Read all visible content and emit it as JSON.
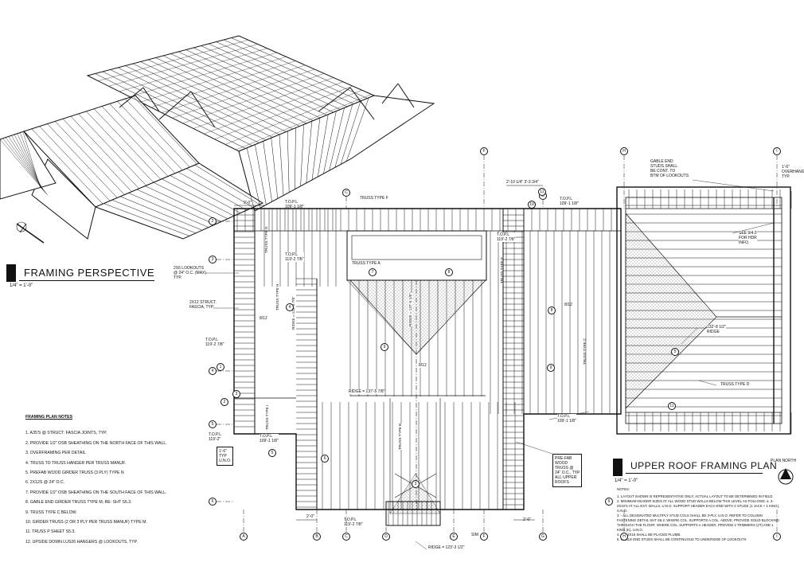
{
  "perspective": {
    "title": "FRAMING PERSPECTIVE",
    "scale": "1/4\" = 1'-0\""
  },
  "plan": {
    "title": "UPPER ROOF FRAMING PLAN",
    "scale": "1/4\" = 1'-0\"",
    "north_label": "PLAN NORTH"
  },
  "framing_notes": {
    "heading": "FRAMING PLAN NOTES",
    "items": [
      "1. A35'S @ STRUCT. FASCIA JOINTS, TYP.",
      "2. PROVIDE 1/2\" OSB SHEATHING ON THE NORTH FACE OF THIS WALL.",
      "3. OVERFRAMING PER DETAIL",
      "4. TRUSS TO TRUSS HANGER PER TRUSS MANUF.",
      "5. PREFAB WOOD GIRDER TRUSS (3 PLY) TYPE N",
      "6. 2X12S @ 24\" O.C.",
      "7. PROVIDE 1/2\" OSB SHEATHING ON THE SOUTH FACE OF THIS WALL.",
      "8. GABLE END GIRDER TRUSS TYPE M, RE: SHT S5.3.",
      "9. TRUSS TYPE C BELOW.",
      "10. GIRDER TRUSS (2 OR 3 PLY PER TRUSS MANUF) TYPE M.",
      "11. TRUSS P SHEET S5.3.",
      "12. UPSIDE DOWN LUS26 HANGERS @ LOOKOUTS, TYP."
    ]
  },
  "plan_notes": {
    "heading": "NOTES:",
    "items": [
      "1. LAYOUT SHOWN IS REPRESENTATIVE ONLY; ACTUAL LAYOUT TO BE DETERMINED IN FIELD.",
      "2. MINIMUM HEADER SIZES AT ALL WOOD STUD WALLS BELOW THIS LEVEL AS FOLLOWS: a. 3-2X10'S AT ALL EXT. WALLS, U.N.O. SUPPORT HEADER EACH END WITH 2 STUDS (1 JACK + 1 KING), U.N.O.",
      "3. - ALL DESIGNATED MULTIPLY STUD COLS SHALL BE 3-PLY, U.N.O. REFER TO COLUMN FASTENING DETAIL SHT S5.2. WHERE COL. SUPPORTS A COL. ABOVE, PROVIDE SOLID BLOCKING THROUGH THE FLOOR. WHERE COL. SUPPORTS A HEADER, PROVIDE 2 TRIMMERS (2T) AND 1 KING (K), U.N.O.",
      "4. ALL 2X16 SHALL BE PLACED PLUMB.",
      "5. GABLE END STUDS SHALL BE CONTINUOUS TO UNDERSIDE OF LOOKOUTS"
    ]
  },
  "grid": {
    "rows": [
      "2",
      "3",
      "4",
      "5",
      "6"
    ],
    "cols": [
      "A",
      "B",
      "C",
      "D",
      "E",
      "F",
      "G",
      "H",
      "I"
    ]
  },
  "labels": {
    "lookouts": "2x6 LOOKOUTS\n@ 24\" O.C. (MAX)\nTYP.",
    "struct_fascia": "2x12 STRUCT.\nFASCIA, TYP",
    "truss_f": "TRUSS TYPE F",
    "truss_a": "TRUSS TYPE A",
    "truss_d": "TRUSS TYPE D",
    "truss_c": "TRUSS TYPE C",
    "truss_b": "TRUSS TYPE B",
    "truss_g": "TRUSS TYPE G",
    "truss_h": "TRUSS TYPE H",
    "truss_i": "TRUSS TYPE I",
    "truss_e": "TRUSS TYPE E",
    "gable_end": "GABLE END\nSTUDS SHALL\nBE CONT. TO\nBTM OF LOOKOUTS",
    "see_hdr": "SEE 9/4.0\nFOR HDR\nINFO.",
    "prefab": "PRE-FAB\nWOOD\nTRUSS @\n24\" O.C., TYP\nALL UPPER\nROOFS",
    "ridge_top": "RIDGE = 137'-5 7/8\"",
    "ridge_bot": "RIDGE = 123'-3 1/2\"",
    "ridge_mid": "132'-8 1/2\"\nRIDGE",
    "ridge_vert": "RIDGE = 137'-5 1/8\"",
    "ridge_v2": "RIDGE = 124'-5 7/8\"",
    "topl1": "T.O.P.L\n109'-1 1/8\"",
    "topl2": "T.O.P.L\n119'-2 7/8\"",
    "topl3": "T.O.P.L\n109'-1 1/8\"",
    "topl4": "T.O.P.L\n119'-2 7/8\"",
    "topl5": "T.O.P.L\n109'-1 1/8\"",
    "topl6": "T.O.P.L\n119'-2 7/8\"",
    "topl7": "T.O.P.L\n119'-2\"",
    "topl8": "T.O.P.L\n109'-1 1/8\"",
    "topl9": "T.O.P.L\n119'-2 7/8\"",
    "typ": "1'-6\"\nTYP\nU.N.O.",
    "dim_2_0a": "2'-0\"",
    "dim_2_0b": "2'-0\"",
    "dim_2_6": "2'-6\"",
    "dim_top": "2'-10 1/4\" 3'-3 3/4\"",
    "overhang": "1'-6\"\nOVERHANG\nTYP.",
    "pitch": "8/12",
    "sim": "SIM",
    "circle_nums": [
      "1",
      "2",
      "3",
      "4",
      "5",
      "6",
      "7",
      "8",
      "9",
      "10",
      "11",
      "12"
    ]
  },
  "colors": {
    "ink": "#111111",
    "paper": "#ffffff",
    "hatch": "#777777"
  }
}
